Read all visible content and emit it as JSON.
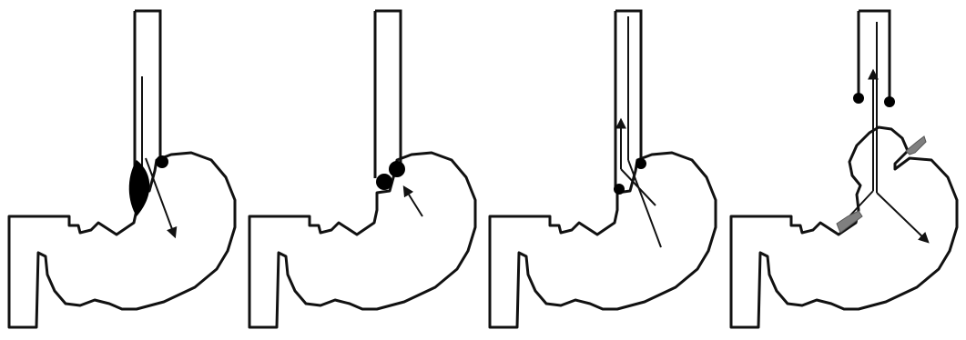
{
  "figure": {
    "panel_count": 4,
    "colors": {
      "background": "#ffffff",
      "outline": "#111111",
      "dot": "#000000",
      "arrow": "#111111",
      "sling": "#7f7f7f"
    },
    "panels": [
      {
        "id": 1,
        "marks": [
          "esophagus",
          "stomach",
          "duodenum",
          "single-dot",
          "black-mass",
          "down-arrow"
        ]
      },
      {
        "id": 2,
        "marks": [
          "esophagus",
          "stomach",
          "duodenum",
          "double-dot",
          "small-arrow"
        ]
      },
      {
        "id": 3,
        "marks": [
          "esophagus",
          "stomach",
          "duodenum",
          "two-dots",
          "reflux-arrow-up",
          "flow-arrow-down"
        ]
      },
      {
        "id": 4,
        "marks": [
          "esophagus",
          "stomach",
          "duodenum",
          "hernia-sac",
          "two-dots",
          "reflux-arrow-up",
          "flow-arrow-down",
          "gray-sling-marks"
        ]
      }
    ]
  }
}
